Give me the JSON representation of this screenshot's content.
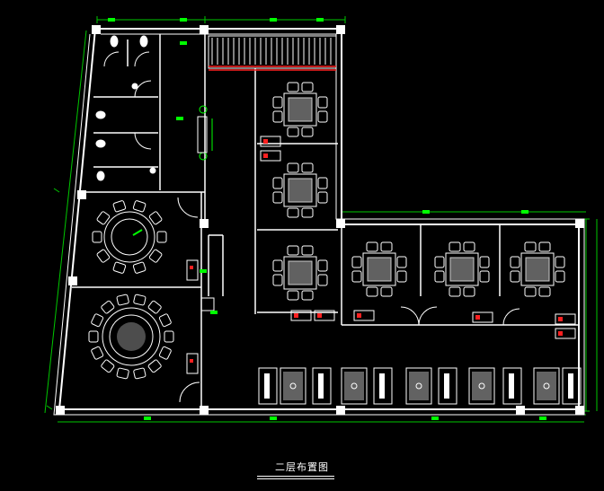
{
  "drawing": {
    "caption": "二层布置图",
    "colors": {
      "background": "#000000",
      "wall": "#ffffff",
      "dimension": "#00ff00",
      "accent": "#ff2020",
      "hatch": "#bfbfbf"
    }
  },
  "rooms": [
    {
      "id": "toilet-block",
      "icon": "toilet-icon"
    },
    {
      "id": "stair",
      "icon": "stair-icon"
    },
    {
      "id": "private-room-round-1",
      "icon": "round-table-icon"
    },
    {
      "id": "private-room-round-2",
      "icon": "round-table-icon"
    },
    {
      "id": "booth-corridor",
      "icon": "square-table-icon"
    },
    {
      "id": "booth-right",
      "icon": "square-table-icon"
    },
    {
      "id": "seating-row",
      "icon": "bench-icon"
    }
  ]
}
